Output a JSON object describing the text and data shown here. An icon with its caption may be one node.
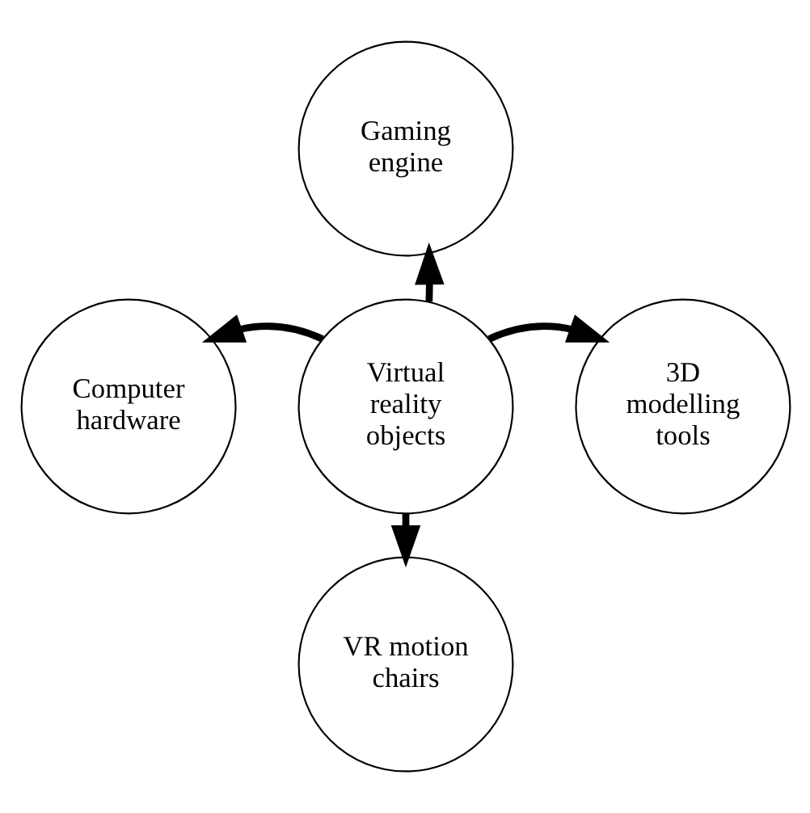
{
  "diagram": {
    "nodes": [
      {
        "text": [
          "Gaming engine"
        ]
      },
      {
        "text": [
          "Computer hardware"
        ]
      },
      {
        "text": [
          "Virtual reality objects"
        ]
      },
      {
        "text": [
          "3D modelling tools"
        ]
      },
      {
        "text": [
          "VR motion chairs"
        ]
      }
    ],
    "edges": [
      {
        "from": 2,
        "to": 0,
        "arrow": "to"
      },
      {
        "from": 2,
        "to": 1,
        "arrow": "to"
      },
      {
        "from": 2,
        "to": 3,
        "arrow": "to"
      },
      {
        "from": 2,
        "to": 4,
        "arrow": "to"
      }
    ]
  }
}
